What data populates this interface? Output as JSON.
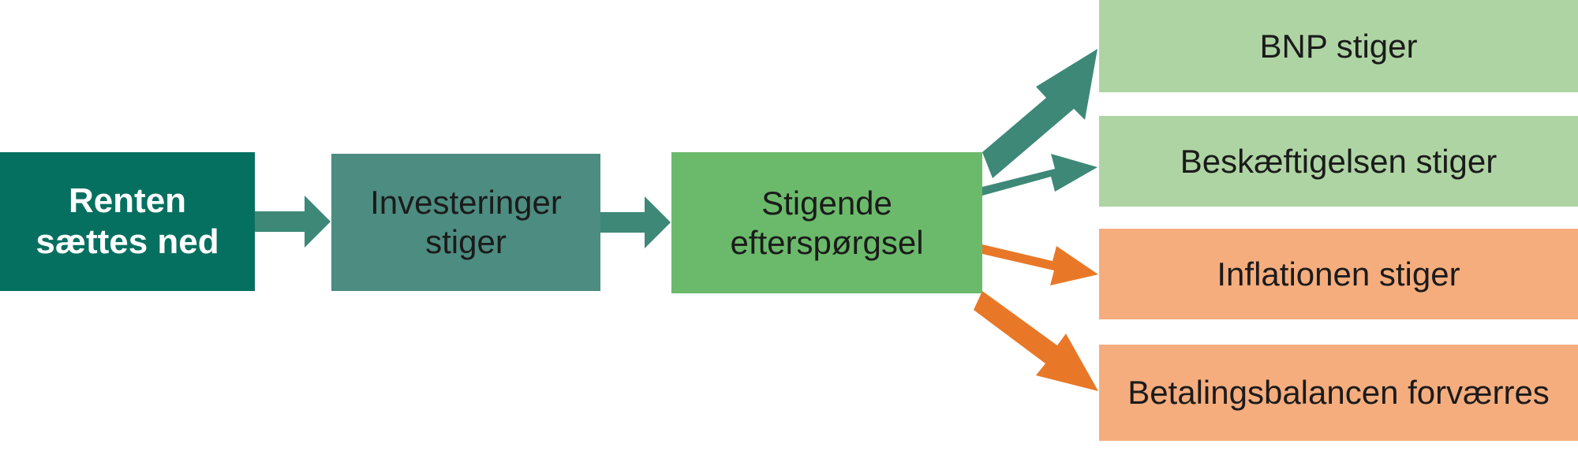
{
  "diagram": {
    "title": "Rentenedsaettelse transmissionsdiagram",
    "colors": {
      "dark_teal": "#067060",
      "mid_teal": "#4D8C80",
      "arrow_teal": "#3E8878",
      "green": "#6BBA6B",
      "light_green": "#AED4A3",
      "orange_fill": "#F5AD7E",
      "arrow_orange": "#E87828",
      "text_dark": "#1B1B1B",
      "text_light": "#FFFFFF",
      "background": "#FFFFFF"
    },
    "chain": [
      {
        "id": "rate",
        "label": "Renten\nsættes ned"
      },
      {
        "id": "investments",
        "label": "Investeringer\nstiger"
      },
      {
        "id": "demand",
        "label": "Stigende\nefterspørgsel"
      }
    ],
    "outcomes": [
      {
        "id": "gdp",
        "label": "BNP stiger",
        "tone": "positive"
      },
      {
        "id": "employment",
        "label": "Beskæftigelsen stiger",
        "tone": "positive"
      },
      {
        "id": "inflation",
        "label": "Inflationen stiger",
        "tone": "negative"
      },
      {
        "id": "balance",
        "label": "Betalingsbalancen forværres",
        "tone": "negative"
      }
    ],
    "connectors": [
      {
        "id": "rate-to-investments",
        "from": "rate",
        "to": "investments",
        "color": "#3E8878"
      },
      {
        "id": "investments-to-demand",
        "from": "investments",
        "to": "demand",
        "color": "#3E8878"
      },
      {
        "id": "demand-to-gdp",
        "from": "demand",
        "to": "gdp",
        "color": "#3E8878"
      },
      {
        "id": "demand-to-employment",
        "from": "demand",
        "to": "employment",
        "color": "#3E8878"
      },
      {
        "id": "demand-to-inflation",
        "from": "demand",
        "to": "inflation",
        "color": "#E87828"
      },
      {
        "id": "demand-to-balance",
        "from": "demand",
        "to": "balance",
        "color": "#E87828"
      }
    ]
  }
}
